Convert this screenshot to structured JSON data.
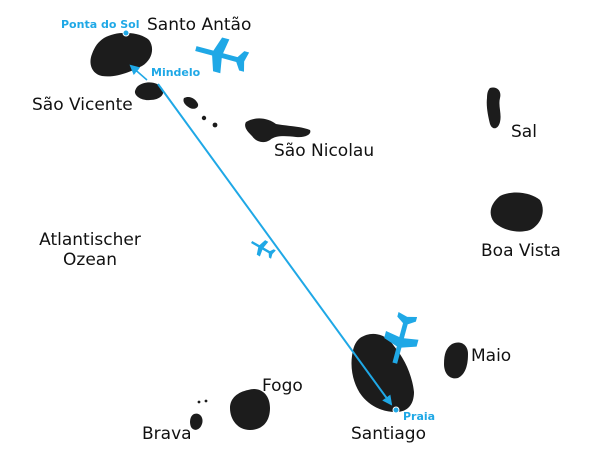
{
  "islands": {
    "santo_antao": "Santo Antão",
    "sao_vicente": "São Vicente",
    "sao_nicolau": "São Nicolau",
    "sal": "Sal",
    "boa_vista": "Boa Vista",
    "maio": "Maio",
    "santiago": "Santiago",
    "fogo": "Fogo",
    "brava": "Brava"
  },
  "places": {
    "ponta_do_sol": "Ponta do Sol",
    "mindelo": "Mindelo",
    "praia": "Praia"
  },
  "ocean": {
    "line1": "Atlantischer",
    "line2": "Ozean"
  },
  "icons": [
    "airplane-icon"
  ],
  "colors": {
    "land": "#1c1c1c",
    "route": "#1fa8e6",
    "label": "#111111"
  }
}
